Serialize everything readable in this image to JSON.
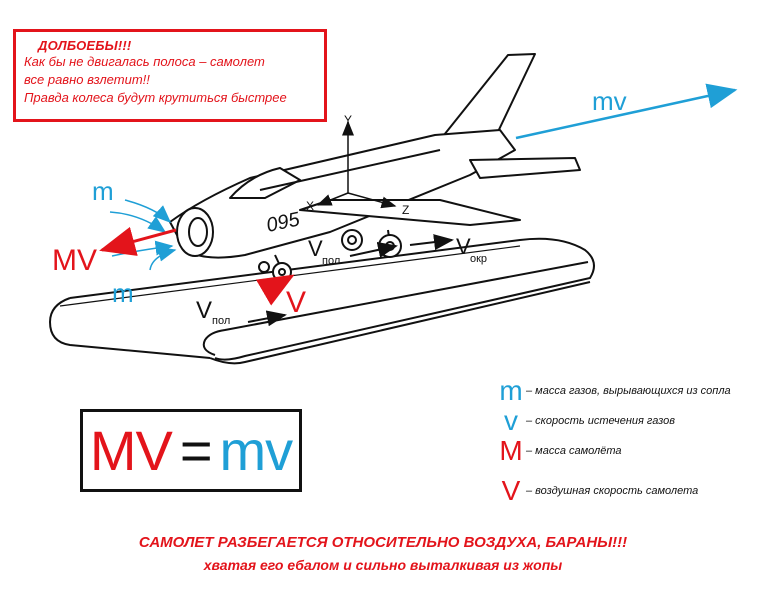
{
  "warning_box": {
    "heading": "ДОЛБОЕБЫ!!!",
    "line1": "Как бы не двигалась полоса – самолет",
    "line2": "все равно взлетит!!",
    "line3": "Правда колеса будут крутиться быстрее"
  },
  "diagram": {
    "plane_number": "095",
    "axis_y": "Y",
    "axis_x": "X",
    "axis_z": "Z",
    "label_mv_small": "mv",
    "label_MV_big": "MV",
    "label_m_top": "m",
    "label_m_bottom": "m",
    "label_V_red": "V",
    "label_v_pol_belt": "V",
    "label_v_pol_belt_sub": "пол",
    "label_v_pol_plane": "V",
    "label_v_pol_plane_sub": "пол",
    "label_v_okr": "V",
    "label_v_okr_sub": "окр"
  },
  "legend": [
    {
      "symbol": "m",
      "color": "#1f9fd6",
      "text": "– масса газов, вырывающихся из сопла"
    },
    {
      "symbol": "v",
      "color": "#1f9fd6",
      "text": "– скорость истечения газов"
    },
    {
      "symbol": "M",
      "color": "#e3141b",
      "text": "– масса самолёта"
    },
    {
      "symbol": "V",
      "color": "#e3141b",
      "text": "– воздушная скорость самолета"
    }
  ],
  "formula": {
    "left": "MV",
    "eq": "=",
    "right": "mv"
  },
  "bottom": {
    "line1": "САМОЛЕТ РАЗБЕГАЕТСЯ ОТНОСИТЕЛЬНО ВОЗДУХА, БАРАНЫ!!!",
    "line2": "хватая его ебалом и сильно выталкивая из жопы"
  },
  "colors": {
    "red": "#e3141b",
    "blue": "#1f9fd6",
    "black": "#111111"
  }
}
